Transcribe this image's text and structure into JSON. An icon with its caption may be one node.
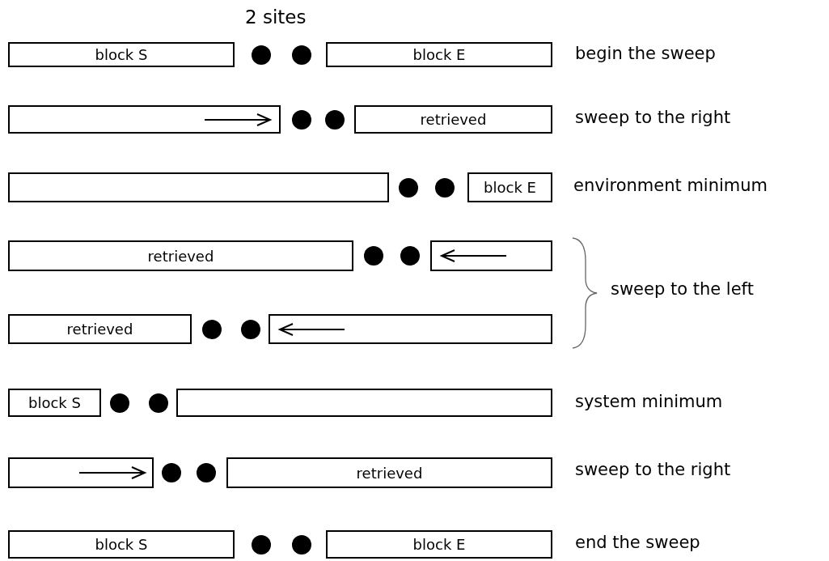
{
  "diagram": {
    "nodes": [
      {
        "text": [
          "block S"
        ]
      },
      {
        "text": [],
        "shape": "circle"
      },
      {
        "text": [],
        "shape": "circle"
      },
      {
        "text": [
          "block E"
        ]
      },
      {
        "text": [],
        "shape": "box"
      },
      {
        "text": [],
        "shape": "circle"
      },
      {
        "text": [],
        "shape": "circle"
      },
      {
        "text": [
          "retrieved"
        ]
      },
      {
        "text": [],
        "shape": "box"
      },
      {
        "text": [],
        "shape": "circle"
      },
      {
        "text": [],
        "shape": "circle"
      },
      {
        "text": [
          "block E"
        ]
      },
      {
        "text": [
          "retrieved"
        ]
      },
      {
        "text": [],
        "shape": "circle"
      },
      {
        "text": [],
        "shape": "circle"
      },
      {
        "text": [],
        "shape": "box"
      },
      {
        "text": [
          "retrieved"
        ]
      },
      {
        "text": [],
        "shape": "circle"
      },
      {
        "text": [],
        "shape": "circle"
      },
      {
        "text": [],
        "shape": "box"
      },
      {
        "text": [
          "block S"
        ]
      },
      {
        "text": [],
        "shape": "circle"
      },
      {
        "text": [],
        "shape": "circle"
      },
      {
        "text": [],
        "shape": "box"
      },
      {
        "text": [],
        "shape": "box"
      },
      {
        "text": [],
        "shape": "circle"
      },
      {
        "text": [],
        "shape": "circle"
      },
      {
        "text": [
          "retrieved"
        ]
      },
      {
        "text": [
          "block S"
        ]
      },
      {
        "text": [],
        "shape": "circle"
      },
      {
        "text": [],
        "shape": "circle"
      },
      {
        "text": [
          "block E"
        ]
      }
    ],
    "edges": [],
    "labels": [
      "2 sites",
      "begin the sweep",
      "sweep to the right",
      "environment minimum",
      "sweep to the left",
      "system minimum",
      "sweep to the right",
      "end the sweep"
    ]
  }
}
